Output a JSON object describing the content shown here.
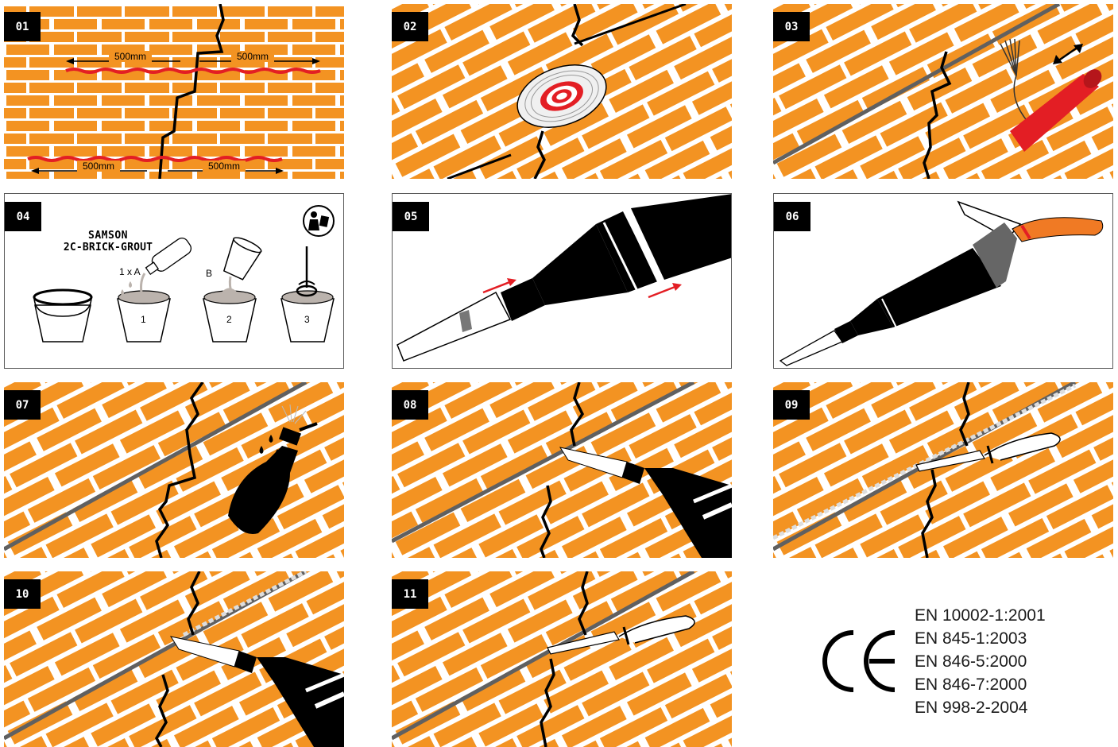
{
  "colors": {
    "brick": "#f39322",
    "mortar": "#ffffff",
    "crack": "#000000",
    "rod": "#606060",
    "red": "#e31e24",
    "grout": "#bbb3ad"
  },
  "steps": [
    {
      "number": "01",
      "name": "measure"
    },
    {
      "number": "02",
      "name": "cut-groove"
    },
    {
      "number": "03",
      "name": "clean-groove"
    },
    {
      "number": "04",
      "name": "mix-grout"
    },
    {
      "number": "05",
      "name": "attach-nozzle"
    },
    {
      "number": "06",
      "name": "fill-cartridge"
    },
    {
      "number": "07",
      "name": "wet-groove"
    },
    {
      "number": "08",
      "name": "inject-grout"
    },
    {
      "number": "09",
      "name": "press-bar"
    },
    {
      "number": "10",
      "name": "inject-second-layer"
    },
    {
      "number": "11",
      "name": "point-finish"
    }
  ],
  "step01": {
    "dim_top_left": "500mm",
    "dim_top_right": "500mm",
    "dim_bottom_left": "500mm",
    "dim_bottom_right": "500mm"
  },
  "step04": {
    "brand": "SAMSON",
    "product": "2C-BRICK-GROUT",
    "label_a": "1 x A",
    "label_b": "B",
    "bucket_1": "1",
    "bucket_2": "2",
    "bucket_3": "3",
    "icon": "read-instructions-icon"
  },
  "certification": {
    "mark": "CE",
    "standards": [
      "EN 10002-1:2001",
      "EN 845-1:2003",
      "EN 846-5:2000",
      "EN 846-7:2000",
      "EN 998-2-2004"
    ]
  }
}
